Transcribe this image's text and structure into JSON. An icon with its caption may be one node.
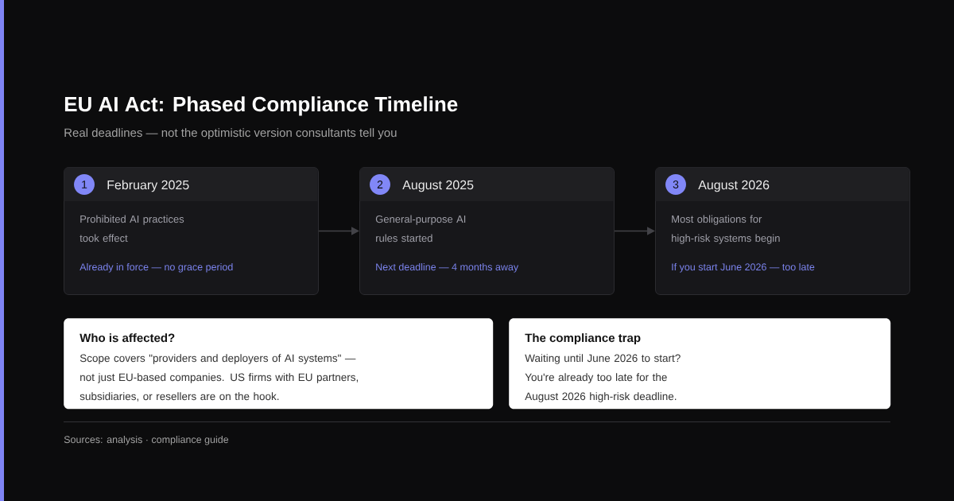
{
  "diagram": {
    "title": "EU AI Act: Phased Compliance Timeline",
    "nodes": [
      {
        "text": [
          "February 2025",
          "Prohibited AI practices took effect",
          "Already in force — no grace period"
        ]
      },
      {
        "text": [
          "1"
        ],
        "in": 0
      },
      {
        "text": [
          "August 2025",
          "General-purpose AI rules started",
          "Next deadline — 4 months away"
        ]
      },
      {
        "text": [
          "2"
        ],
        "in": 2
      },
      {
        "text": [
          "August 2026",
          "Most obligations for high-risk systems begin",
          "If you start June 2026 — too late"
        ]
      },
      {
        "text": [
          "3"
        ],
        "in": 4
      },
      {
        "text": [
          "Who is affected?",
          "Scope covers \"providers and deployers of AI systems\" — not just EU-based companies. US firms with EU partners, subsidiaries, or resellers are on the hook."
        ]
      },
      {
        "text": [
          "The compliance trap",
          "Waiting until June 2026 to start? You're already too late for the August 2026 high-risk deadline."
        ]
      }
    ],
    "edges": [
      {
        "from": 0,
        "to": 2,
        "arrow": "to"
      },
      {
        "from": 2,
        "to": 4,
        "arrow": "to"
      }
    ],
    "labels": [
      "Real deadlines — not the optimistic version consultants tell you",
      "Sources: analysis · compliance guide"
    ]
  }
}
